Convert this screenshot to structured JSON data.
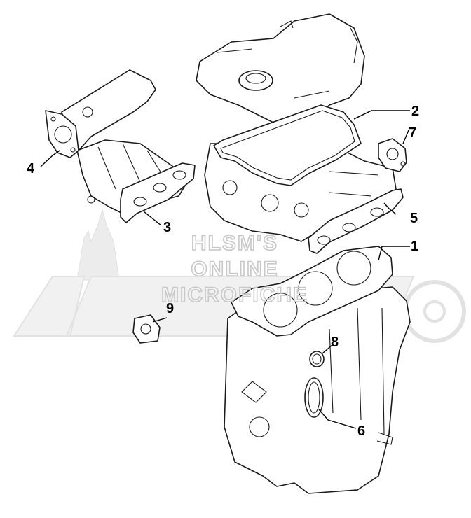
{
  "watermark": {
    "lines": [
      "HLSM'S",
      "ONLINE",
      "MICROFICHE"
    ]
  },
  "callouts": [
    {
      "id": "1",
      "label": "1"
    },
    {
      "id": "2",
      "label": "2"
    },
    {
      "id": "3",
      "label": "3"
    },
    {
      "id": "4",
      "label": "4"
    },
    {
      "id": "5",
      "label": "5"
    },
    {
      "id": "6",
      "label": "6"
    },
    {
      "id": "7",
      "label": "7"
    },
    {
      "id": "8",
      "label": "8"
    },
    {
      "id": "9",
      "label": "9"
    }
  ]
}
